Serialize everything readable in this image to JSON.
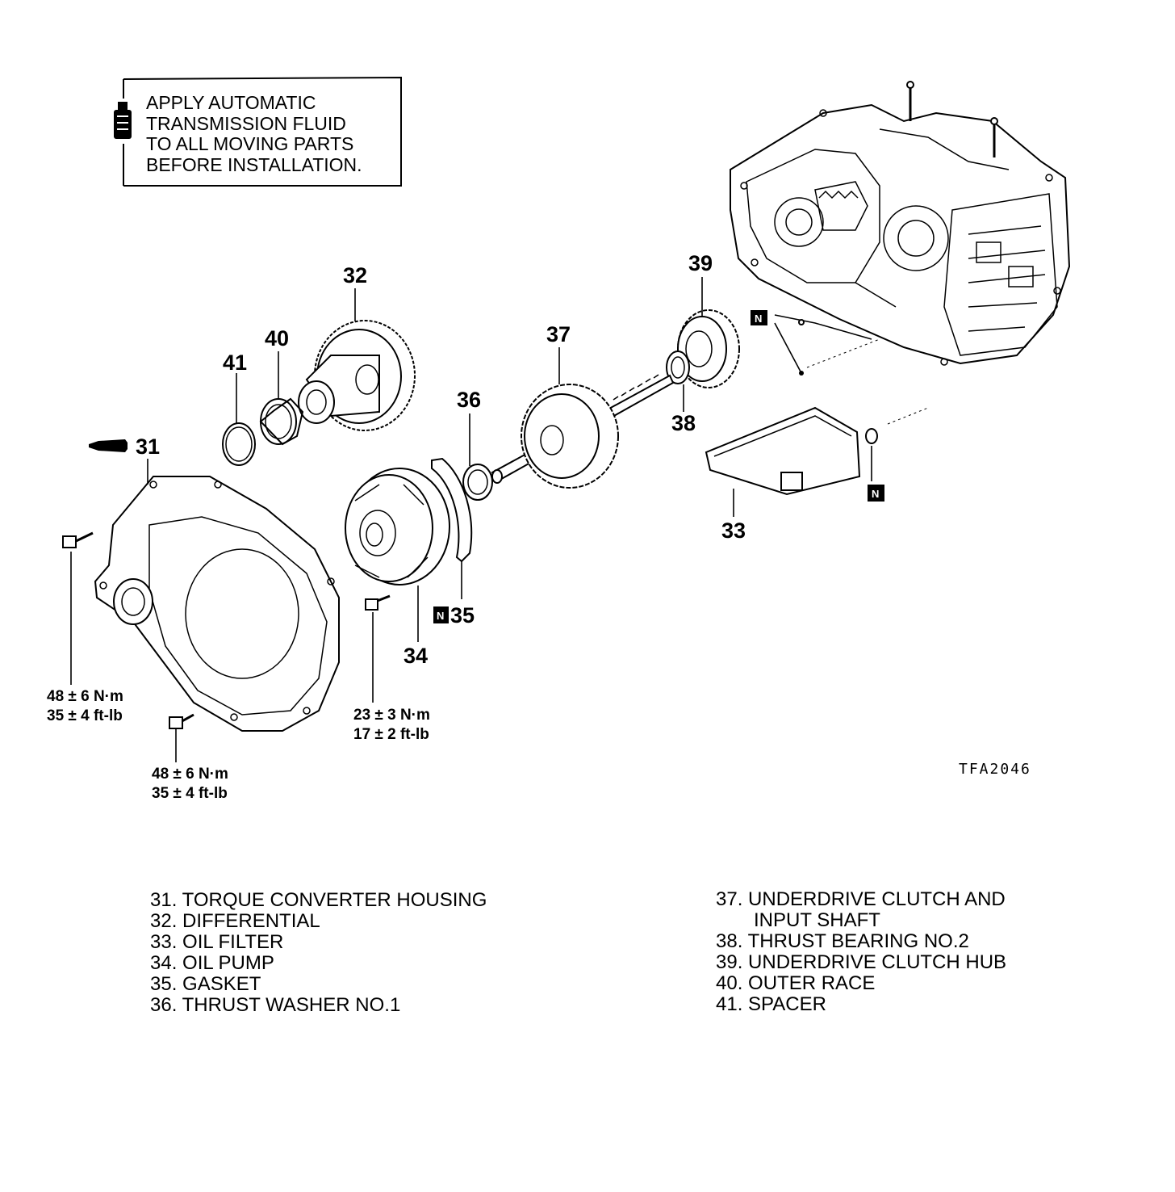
{
  "note": {
    "icon": "atf-bottle-icon",
    "lines": [
      "APPLY AUTOMATIC",
      "TRANSMISSION FLUID",
      "TO ALL MOVING PARTS",
      "BEFORE INSTALLATION."
    ]
  },
  "callouts": {
    "c31": "31",
    "c32": "32",
    "c33": "33",
    "c34": "34",
    "c35": "35",
    "c36": "36",
    "c37": "37",
    "c38": "38",
    "c39": "39",
    "c40": "40",
    "c41": "41"
  },
  "new_part_mark": "N",
  "torque": {
    "housing_left": [
      "48 ± 6 N·m",
      "35 ± 4 ft-lb"
    ],
    "housing_bottom": [
      "48 ± 6 N·m",
      "35 ± 4 ft-lb"
    ],
    "pump": [
      "23 ± 3 N·m",
      "17 ± 2 ft-lb"
    ]
  },
  "figure_code": "TFA2046",
  "legend": {
    "left": [
      "31. TORQUE CONVERTER HOUSING",
      "32. DIFFERENTIAL",
      "33. OIL FILTER",
      "34. OIL PUMP",
      "35. GASKET",
      "36. THRUST WASHER NO.1"
    ],
    "right": [
      "37. UNDERDRIVE CLUTCH AND",
      "INPUT SHAFT",
      "38. THRUST BEARING NO.2",
      "39. UNDERDRIVE CLUTCH HUB",
      "40. OUTER RACE",
      "41. SPACER"
    ]
  }
}
